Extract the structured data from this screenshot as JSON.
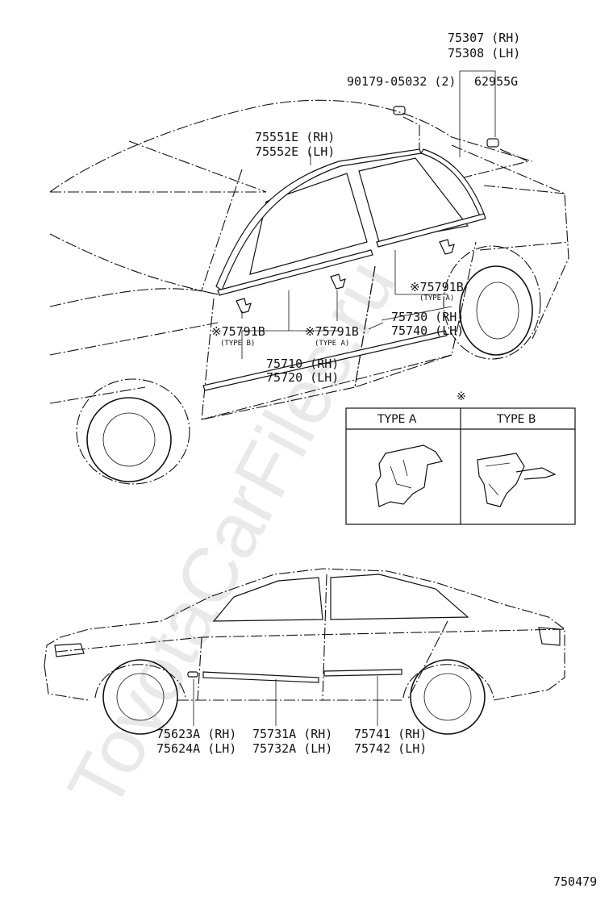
{
  "watermark": "ToyotaCarFiles.ru",
  "figure_number": "750479",
  "upper_labels": {
    "p75307": "75307 (RH)",
    "p75308": "75308 (LH)",
    "p90179": "90179-05032 (2)",
    "p62955": "62955G",
    "p75551": "75551E (RH)",
    "p75552": "75552E (LH)",
    "clip_rear": "※75791B",
    "clip_rear_type": "(TYPE A)",
    "p75730": "75730 (RH)",
    "p75740": "75740 (LH)",
    "clip_front_b": "※75791B",
    "clip_front_b_type": "(TYPE B)",
    "clip_front_a": "※75791B",
    "clip_front_a_type": "(TYPE A)",
    "p75710": "75710 (RH)",
    "p75720": "75720 (LH)"
  },
  "type_table": {
    "mark": "※",
    "col_a": "TYPE A",
    "col_b": "TYPE B"
  },
  "lower_labels": {
    "p75623": "75623A (RH)",
    "p75624": "75624A (LH)",
    "p75731": "75731A (RH)",
    "p75732": "75732A (LH)",
    "p75741": "75741 (RH)",
    "p75742": "75742 (LH)"
  }
}
